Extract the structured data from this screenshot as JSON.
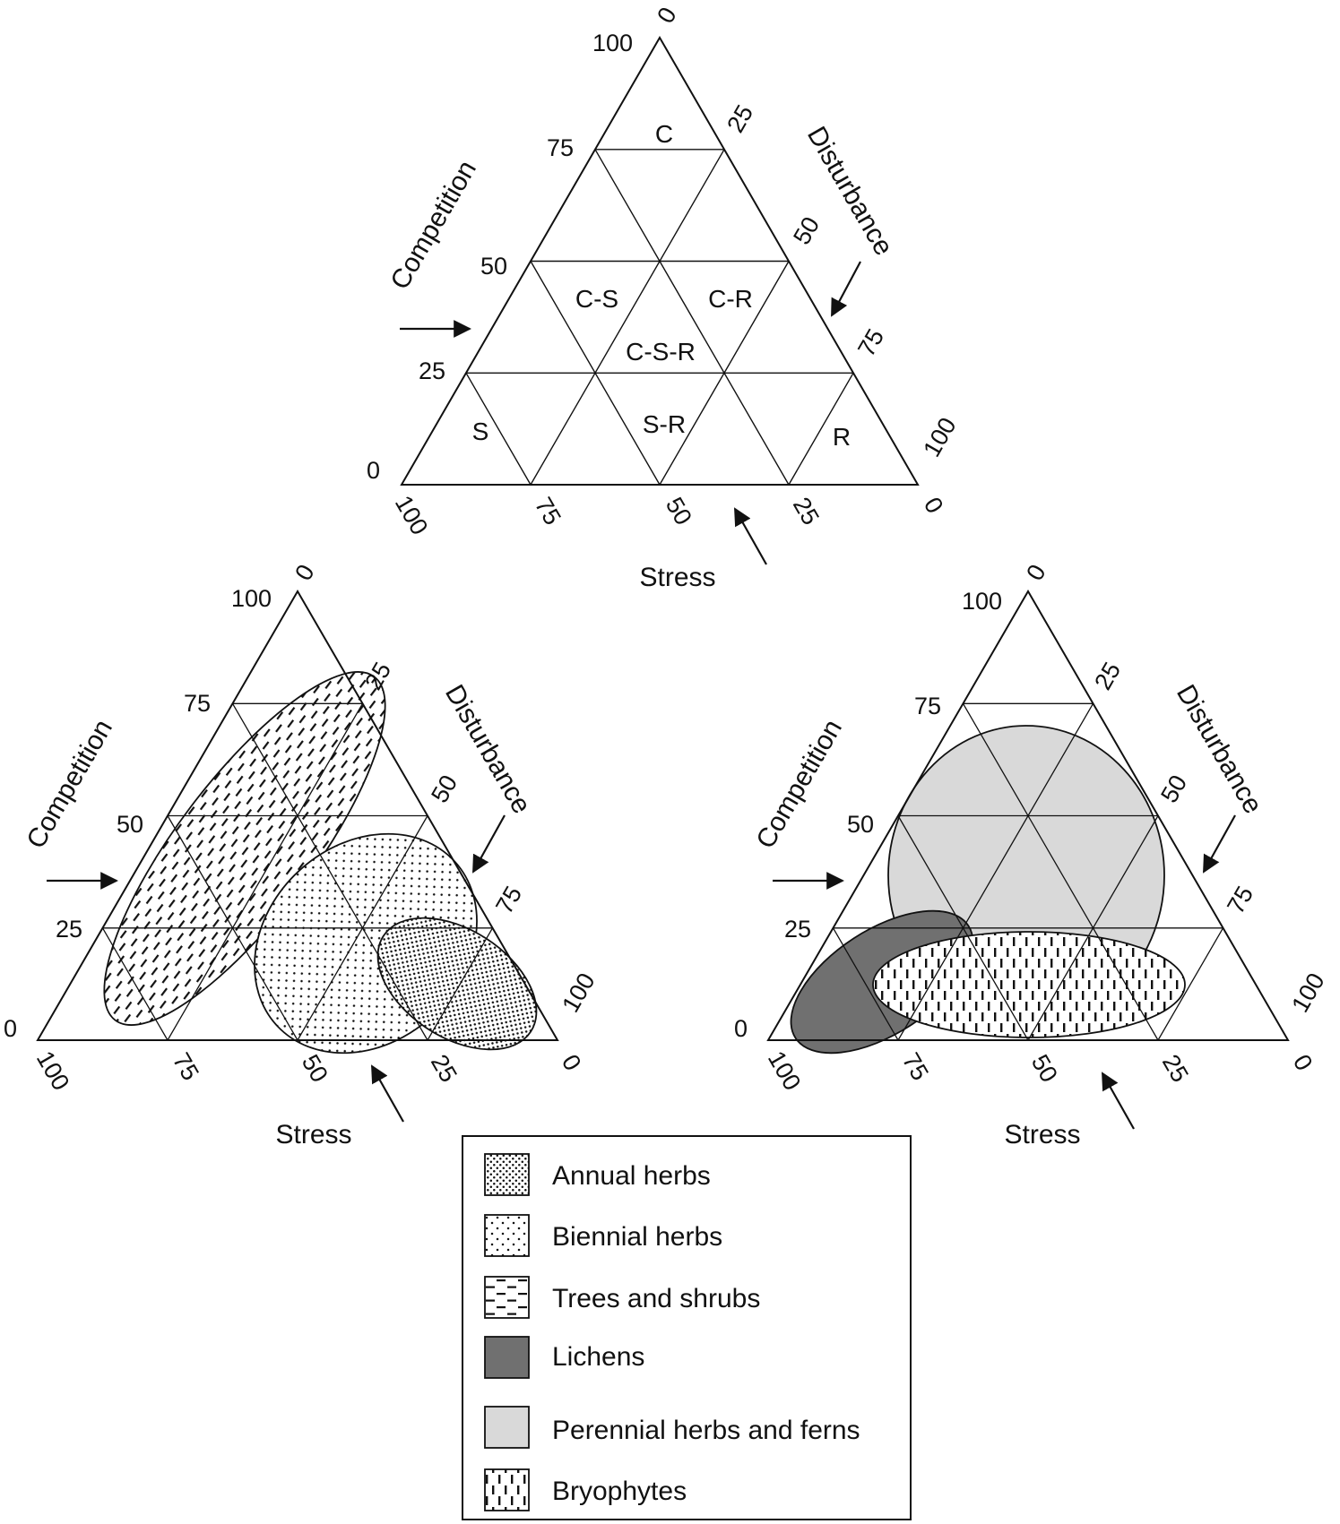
{
  "diagrams": [
    {
      "id": "main",
      "axes": {
        "competition": "Competition",
        "stress": "Stress",
        "disturbance": "Disturbance"
      },
      "competition_ticks": [
        "100",
        "75",
        "50",
        "25",
        "0"
      ],
      "stress_ticks": [
        "100",
        "75",
        "50",
        "25",
        "0"
      ],
      "disturbance_ticks": [
        "0",
        "25",
        "50",
        "75",
        "100"
      ],
      "regions": [
        "C",
        "C-S",
        "C-R",
        "C-S-R",
        "S",
        "S-R",
        "R"
      ]
    },
    {
      "id": "lower-left",
      "axes": {
        "competition": "Competition",
        "stress": "Stress",
        "disturbance": "Disturbance"
      },
      "competition_ticks": [
        "100",
        "75",
        "50",
        "25",
        "0"
      ],
      "stress_ticks": [
        "100",
        "75",
        "50",
        "25",
        "0"
      ],
      "disturbance_ticks": [
        "0",
        "25",
        "50",
        "75",
        "100"
      ],
      "groups": [
        "Trees and shrubs",
        "Biennial herbs",
        "Annual herbs"
      ]
    },
    {
      "id": "lower-right",
      "axes": {
        "competition": "Competition",
        "stress": "Stress",
        "disturbance": "Disturbance"
      },
      "competition_ticks": [
        "100",
        "75",
        "50",
        "25",
        "0"
      ],
      "stress_ticks": [
        "100",
        "75",
        "50",
        "25",
        "0"
      ],
      "disturbance_ticks": [
        "0",
        "25",
        "50",
        "75",
        "100"
      ],
      "groups": [
        "Perennial herbs and ferns",
        "Lichens",
        "Bryophytes"
      ]
    }
  ],
  "legend": {
    "items": [
      {
        "label": "Annual herbs",
        "pattern": "dense-dots"
      },
      {
        "label": "Biennial herbs",
        "pattern": "sparse-dots"
      },
      {
        "label": "Trees and shrubs",
        "pattern": "dashes"
      },
      {
        "label": "Lichens",
        "pattern": "dark-gray",
        "color": "#707070"
      },
      {
        "label": "Perennial herbs and ferns",
        "pattern": "light-gray",
        "color": "#d9d9d9"
      },
      {
        "label": "Bryophytes",
        "pattern": "vertical-dashes"
      }
    ]
  }
}
